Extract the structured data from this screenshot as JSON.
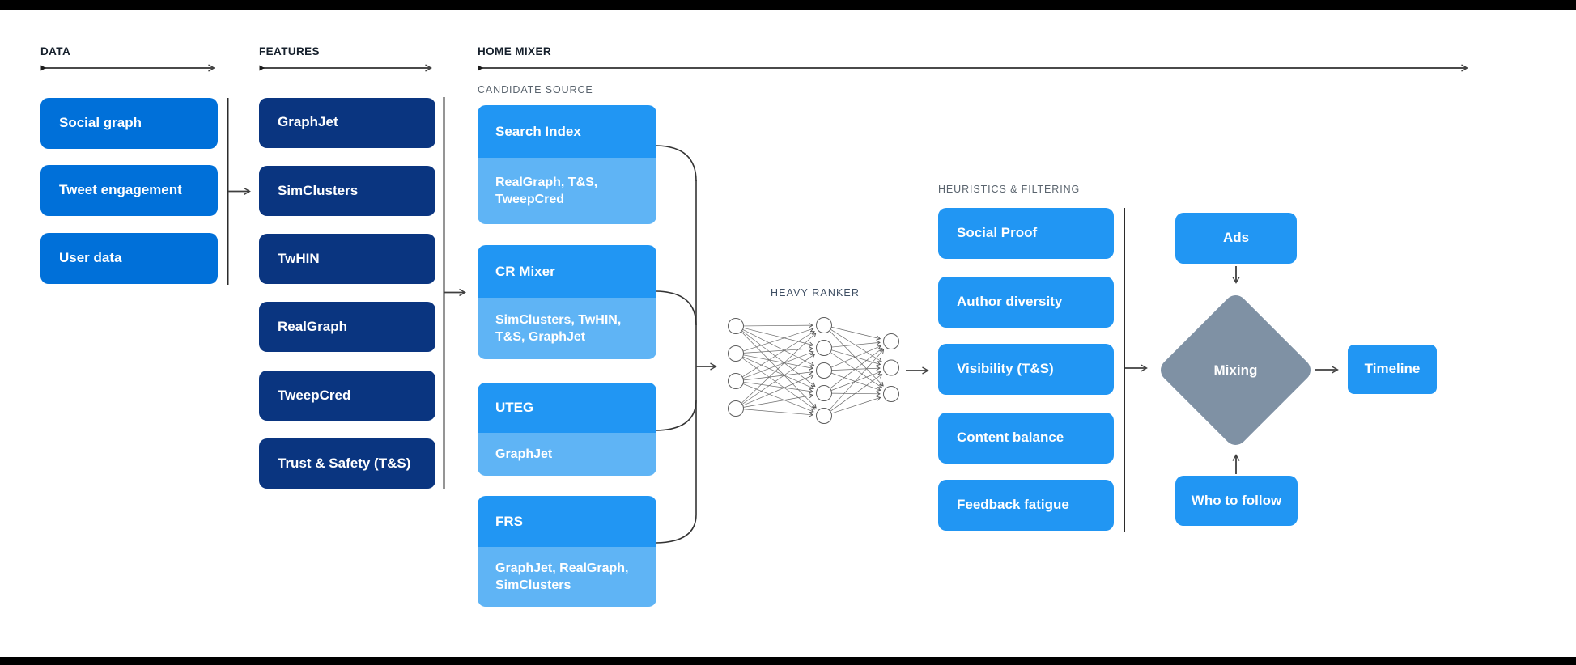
{
  "columns": {
    "data": {
      "label": "DATA",
      "items": [
        "Social graph",
        "Tweet engagement",
        "User data"
      ]
    },
    "features": {
      "label": "FEATURES",
      "items": [
        "GraphJet",
        "SimClusters",
        "TwHIN",
        "RealGraph",
        "TweepCred",
        "Trust & Safety (T&S)"
      ]
    },
    "home_mixer": {
      "label": "HOME MIXER",
      "candidate_source_label": "CANDIDATE SOURCE",
      "candidate_sources": [
        {
          "name": "Search Index",
          "uses": "RealGraph, T&S, TweepCred"
        },
        {
          "name": "CR Mixer",
          "uses": "SimClusters, TwHIN, T&S, GraphJet"
        },
        {
          "name": "UTEG",
          "uses": "GraphJet"
        },
        {
          "name": "FRS",
          "uses": "GraphJet, RealGraph, SimClusters"
        }
      ],
      "heavy_ranker": {
        "label": "HEAVY RANKER",
        "layers": [
          4,
          5,
          3
        ]
      },
      "heuristics": {
        "label": "HEURISTICS & FILTERING",
        "items": [
          "Social Proof",
          "Author diversity",
          "Visibility (T&S)",
          "Content balance",
          "Feedback fatigue"
        ]
      },
      "mixing": {
        "ads": "Ads",
        "diamond": "Mixing",
        "who_to_follow": "Who to follow",
        "timeline": "Timeline"
      }
    }
  },
  "colors": {
    "background": "#ffffff",
    "bar": "#000000",
    "azure": "#0070d9",
    "navy": "#0a3580",
    "sky": "#2196f3",
    "sky_light": "#5fb4f5",
    "slate": "#7f91a4",
    "ink": "#16202c",
    "caption": "#5a646e",
    "heavy_label": "#3e4e63",
    "line": "#404040"
  }
}
